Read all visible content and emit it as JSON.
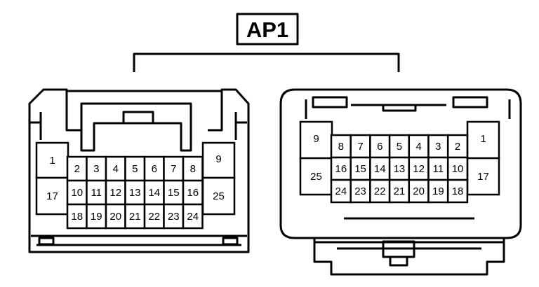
{
  "title": "AP1",
  "left_connector": {
    "side_pins": [
      "1",
      "17",
      "9",
      "25"
    ],
    "rows": [
      [
        "2",
        "3",
        "4",
        "5",
        "6",
        "7",
        "8"
      ],
      [
        "10",
        "11",
        "12",
        "13",
        "14",
        "15",
        "16"
      ],
      [
        "18",
        "19",
        "20",
        "21",
        "22",
        "23",
        "24"
      ]
    ]
  },
  "right_connector": {
    "side_pins": [
      "9",
      "25",
      "1",
      "17"
    ],
    "rows": [
      [
        "8",
        "7",
        "6",
        "5",
        "4",
        "3",
        "2"
      ],
      [
        "16",
        "15",
        "14",
        "13",
        "12",
        "11",
        "10"
      ],
      [
        "24",
        "23",
        "22",
        "21",
        "20",
        "19",
        "18"
      ]
    ]
  }
}
